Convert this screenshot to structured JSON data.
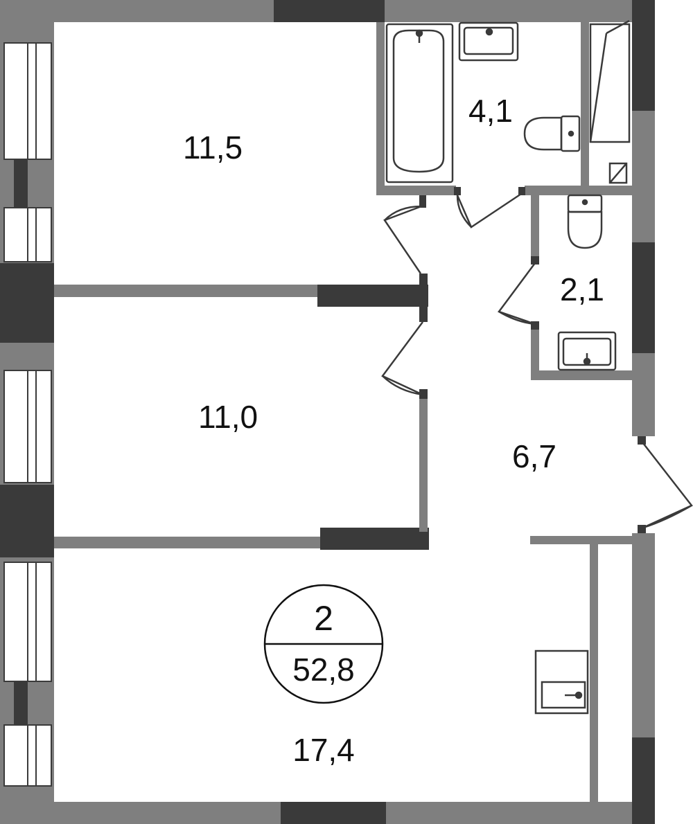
{
  "rooms": {
    "bedroom_top": "11,5",
    "bathroom": "4,1",
    "toilet": "2,1",
    "bedroom_middle": "11,0",
    "hallway": "6,7",
    "living_kitchen": "17,4"
  },
  "badge": {
    "rooms_count": "2",
    "total_area": "52,8"
  },
  "colors": {
    "wall_light": "#7f7f7f",
    "wall_dark": "#3a3a3a",
    "line": "#3a3a3a"
  }
}
